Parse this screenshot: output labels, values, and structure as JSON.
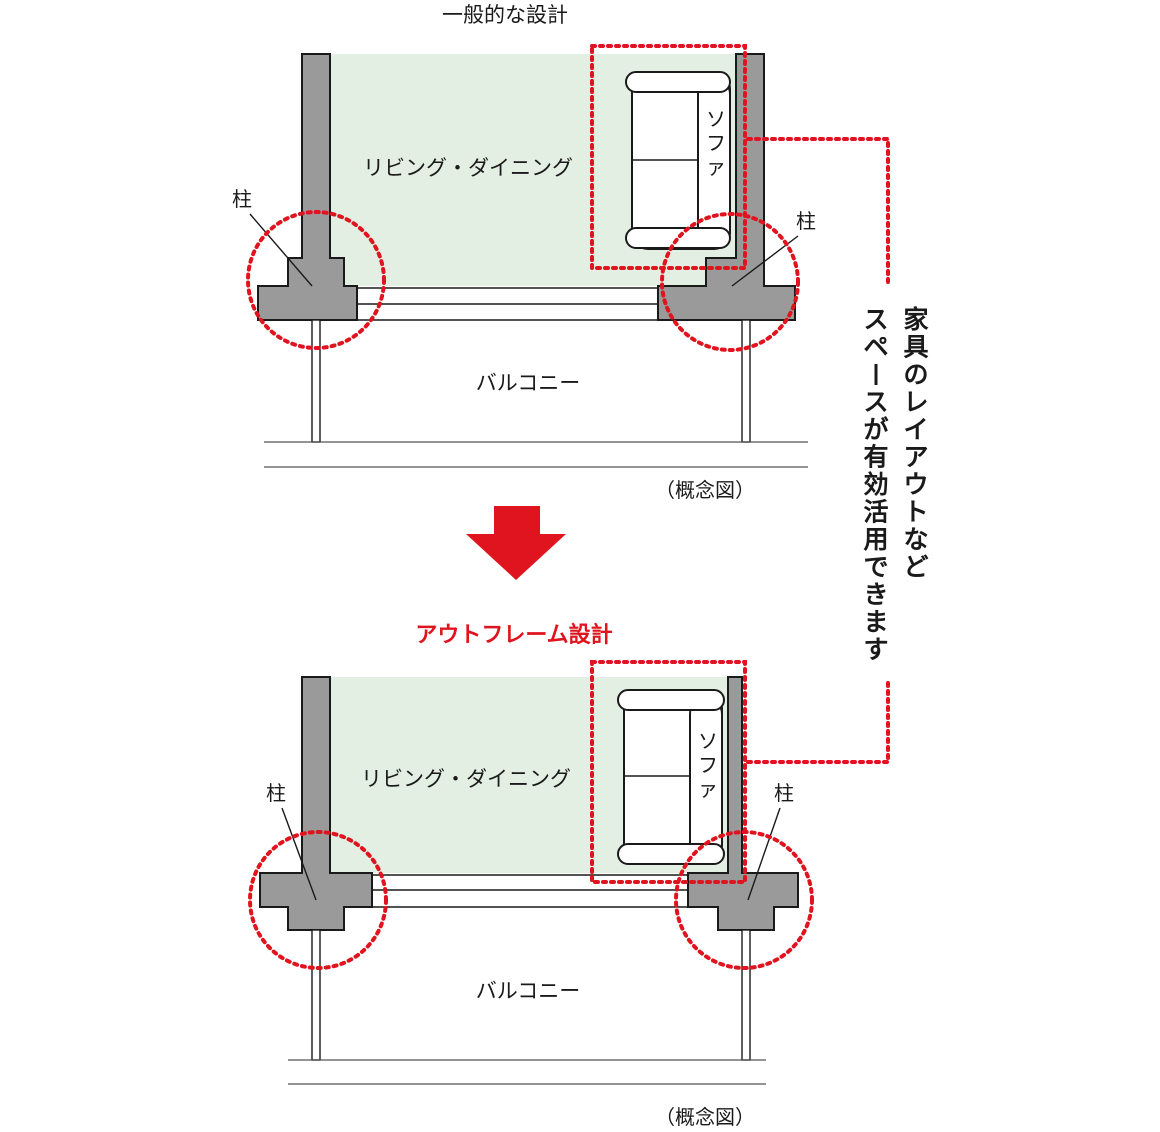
{
  "top": {
    "title": "一般的な設計",
    "room_label": "リビング・ダイニング",
    "balcony_label": "バルコニー",
    "column_label_left": "柱",
    "column_label_right": "柱",
    "sofa_label": "ソファ",
    "caption": "（概念図）"
  },
  "bottom": {
    "title": "アウトフレーム設計",
    "room_label": "リビング・ダイニング",
    "balcony_label": "バルコニー",
    "column_label_left": "柱",
    "column_label_right": "柱",
    "sofa_label": "ソファ",
    "caption": "（概念図）"
  },
  "side_note": {
    "line1": "家具のレイアウトなど",
    "line2": "スペースが有効活用できます"
  },
  "colors": {
    "accent": "#e0141e",
    "room_fill": "#e4efe4",
    "wall_fill": "#9a9a9a"
  }
}
